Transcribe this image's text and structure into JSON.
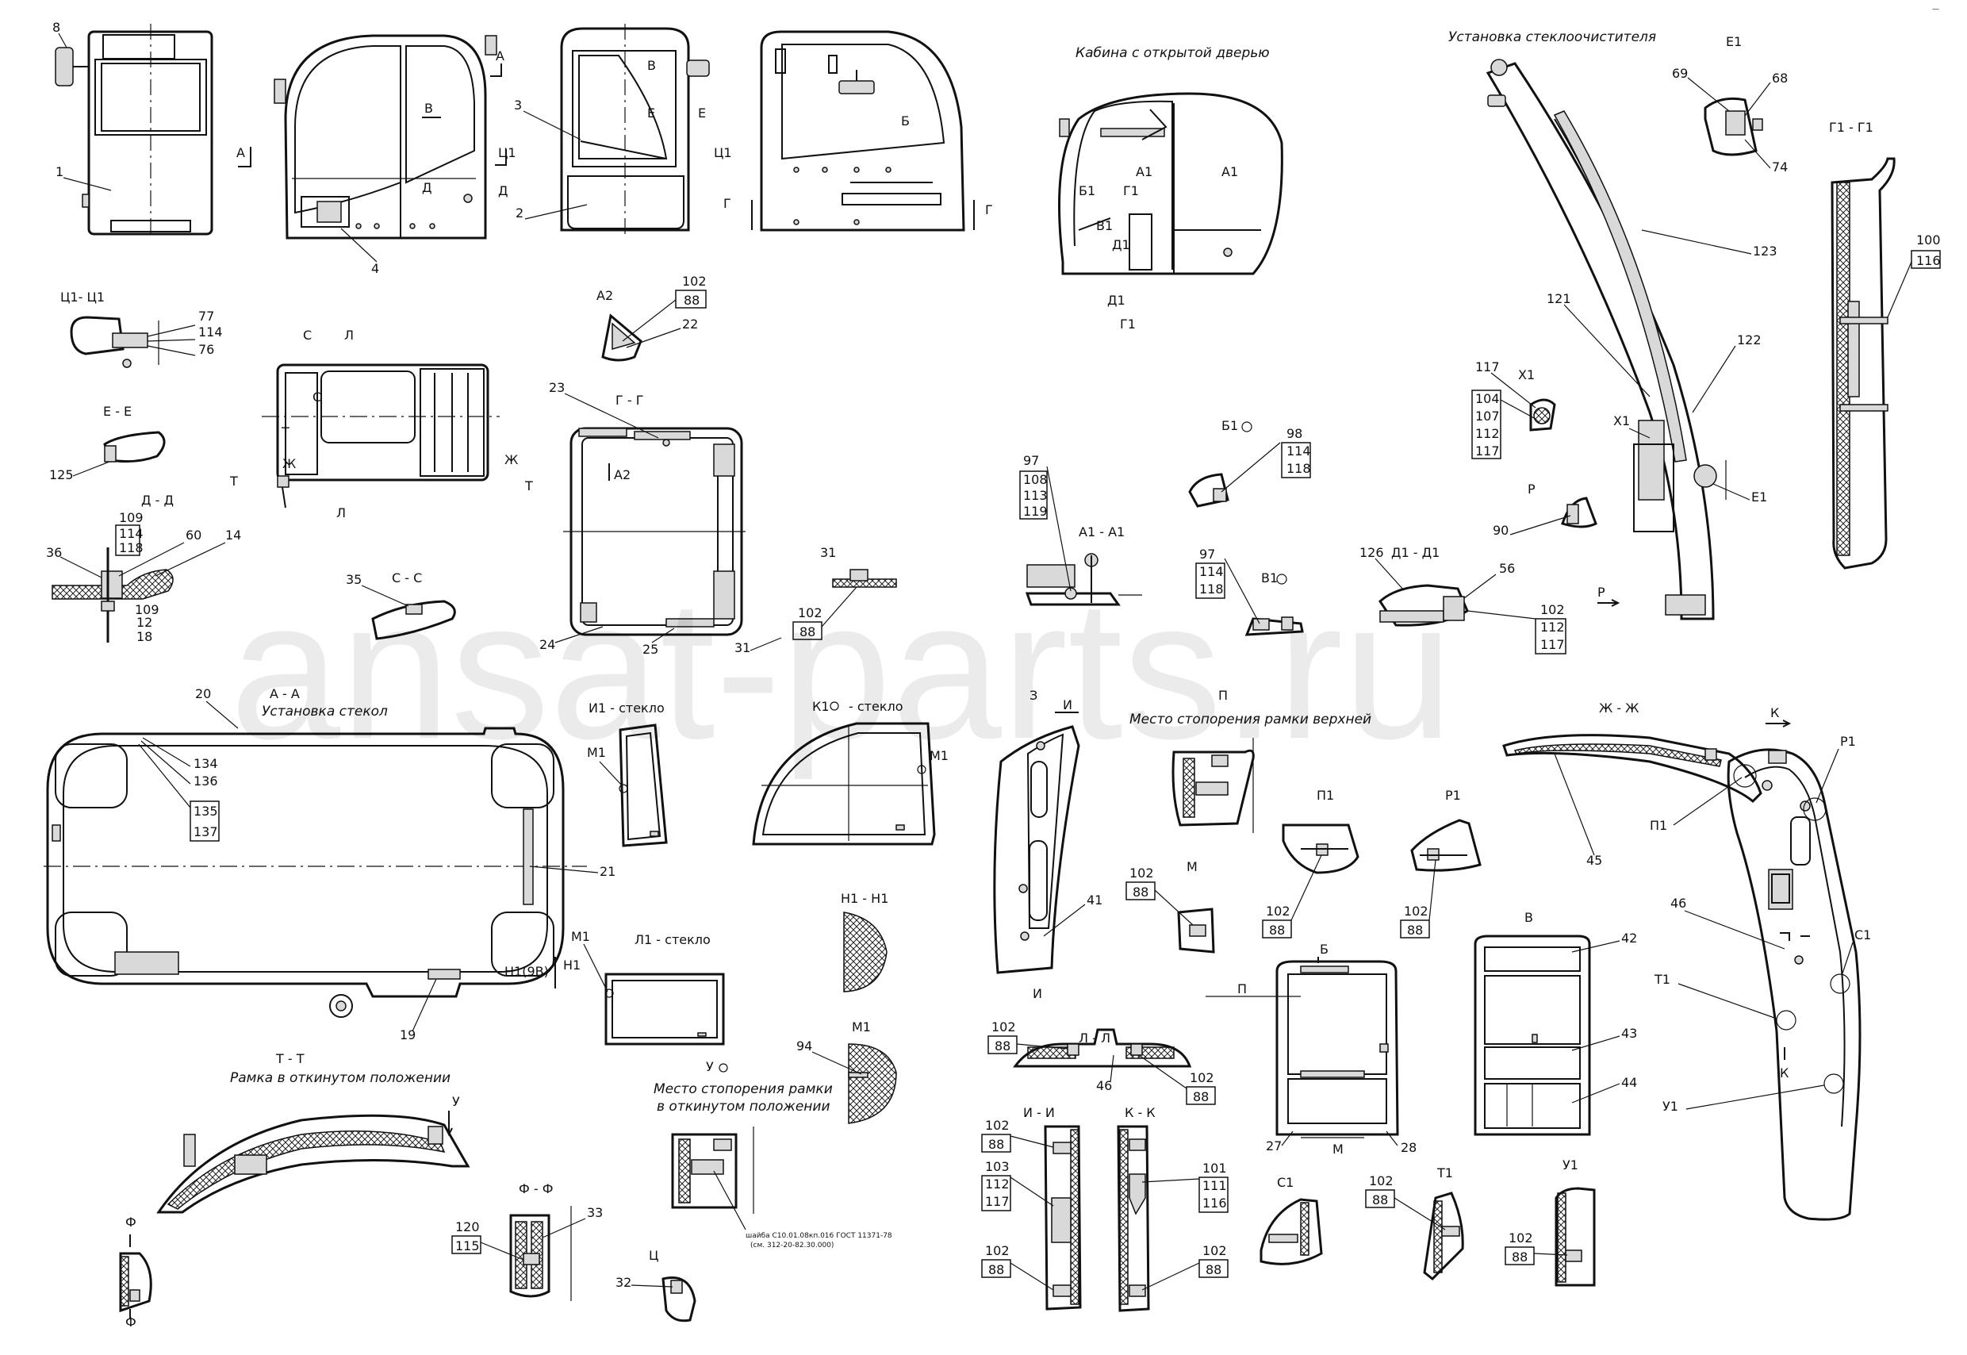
{
  "watermark": "ansat-parts.ru",
  "captions": {
    "open_door": "Кабина с открытой дверью",
    "wiper_install": "Установка стеклоочистителя",
    "glass_install": "Установка стекол",
    "frame_up": "Место стопорения рамки верхней",
    "frame_tilted_1": "Место стопорения рамки",
    "frame_tilted_2": "в откинутом положении",
    "tt_sub": "Рамка в откинутом положении",
    "washer_1": "шайба С10.01.08кп.016 ГОСТ 11371-78",
    "washer_2": "(см. 312-20-82.30.000)"
  },
  "views": {
    "c1c1": "Ц1- Ц1",
    "ee": "Е - Е",
    "dd": "Д - Д",
    "cc": "С - С",
    "aa": "А - А",
    "gg": "Г - Г",
    "a2": "А2",
    "i1": "И1 - стекло",
    "k1": "К1",
    "k1s": "- стекло",
    "l1": "Л1 - стекло",
    "h1h1": "Н1 - Н1",
    "m1": "М1",
    "tt": "Т - Т",
    "ff": "Ф - Ф",
    "ts": "Ц",
    "u": "У",
    "a1a1": "А1 - А1",
    "b1": "Б1",
    "v1": "В1",
    "d1d1": "Д1 - Д1",
    "p": "Р",
    "z": "З",
    "pv": "П",
    "p1": "П1",
    "r1": "Р1",
    "m": "М",
    "ll": "Л - Л",
    "b": "Б",
    "v": "В",
    "ii": "И - И",
    "kk": "К - К",
    "s1": "С1",
    "t1": "Т1",
    "u1": "У1",
    "zz": "Ж - Ж",
    "e1": "Е1",
    "g1g1": "Г1 - Г1",
    "x1": "Х1",
    "h1code": "Н1(9В)"
  },
  "marks": {
    "a": "А",
    "v": "В",
    "e": "Е",
    "c1": "Ц1",
    "d": "Д",
    "g": "Г",
    "b": "Б",
    "c": "С",
    "l": "Л",
    "zh": "Ж",
    "t": "Т",
    "i": "И",
    "g1": "Г1",
    "a1": "А1",
    "b1": "Б1",
    "v1": "В1",
    "d1": "Д1",
    "n1": "Н1",
    "k": "К",
    "u": "У",
    "f": "Ф",
    "m": "М",
    "p": "П",
    "r": "Р",
    "s1": "С1",
    "t1": "Т1",
    "u1": "У1",
    "p1": "П1",
    "r1": "Р1",
    "e1": "Е1",
    "x1": "Х1",
    "a2": "А2"
  },
  "numbers": {
    "n1": "1",
    "n2": "2",
    "n3": "3",
    "n4": "4",
    "n8": "8",
    "n12": "12",
    "n14": "14",
    "n18": "18",
    "n19": "19",
    "n20": "20",
    "n21": "21",
    "n22": "22",
    "n23": "23",
    "n24": "24",
    "n25": "25",
    "n27": "27",
    "n28": "28",
    "n31": "31",
    "n32": "32",
    "n33": "33",
    "n35": "35",
    "n36": "36",
    "n41": "41",
    "n42": "42",
    "n43": "43",
    "n44": "44",
    "n45": "45",
    "n46": "46",
    "n56": "56",
    "n60": "60",
    "n68": "68",
    "n69": "69",
    "n74": "74",
    "n76": "76",
    "n77": "77",
    "n90": "90",
    "n94": "94",
    "n97": "97",
    "n98": "98",
    "n100": "100",
    "n101": "101",
    "n102": "102",
    "n103": "103",
    "n104": "104",
    "n107": "107",
    "n108": "108",
    "n109": "109",
    "n111": "111",
    "n112": "112",
    "n113": "113",
    "n114": "114",
    "n115": "115",
    "n116": "116",
    "n117": "117",
    "n118": "118",
    "n119": "119",
    "n120": "120",
    "n121": "121",
    "n122": "122",
    "n123": "123",
    "n125": "125",
    "n126": "126",
    "n134": "134",
    "n135": "135",
    "n136": "136",
    "n137": "137",
    "n88": "88"
  }
}
